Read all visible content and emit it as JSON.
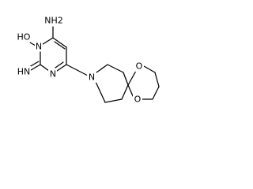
{
  "molecule": {
    "atoms": {
      "nh2_top": "NH2",
      "n_oh": "N",
      "oh": "HO",
      "hn_imine": "HN",
      "n_ring": "N",
      "n_pip": "N",
      "o_upper": "O",
      "o_lower": "O"
    }
  }
}
